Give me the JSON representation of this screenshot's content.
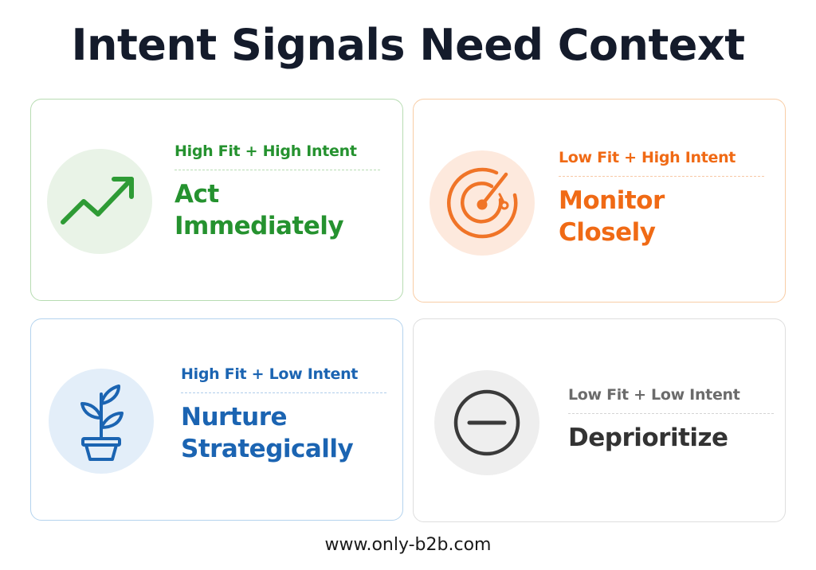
{
  "title": "Intent Signals Need Context",
  "quadrants": [
    {
      "label": "High Fit + High Intent",
      "action": "Act Immediately",
      "icon": "trend-up-arrow-icon",
      "color": "#25922f"
    },
    {
      "label": "Low Fit + High Intent",
      "action": "Monitor Closely",
      "icon": "radar-target-icon",
      "color": "#f06a15"
    },
    {
      "label": "High Fit + Low Intent",
      "action": "Nurture Strategically",
      "icon": "potted-plant-icon",
      "color": "#1b64b2"
    },
    {
      "label": "Low Fit + Low Intent",
      "action": "Deprioritize",
      "icon": "minus-circle-icon",
      "color": "#333333"
    }
  ],
  "footer": "www.only-b2b.com"
}
